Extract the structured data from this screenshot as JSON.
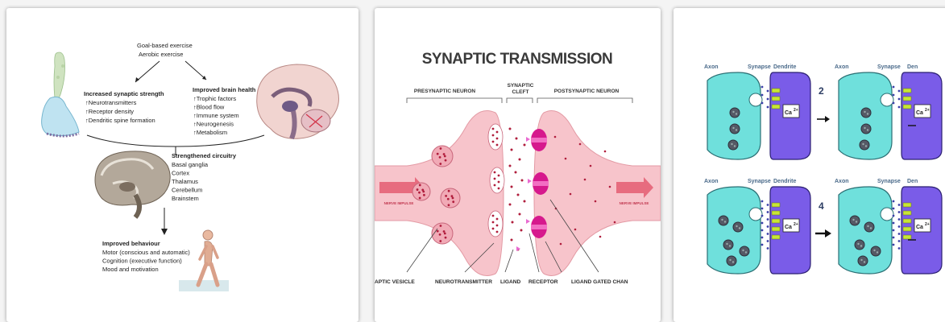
{
  "panel1": {
    "top_lines": [
      "Goal-based exercise",
      "Aerobic exercise"
    ],
    "left_box": {
      "title": "Increased synaptic strength",
      "items": [
        "↑Neurotransmitters",
        "↑Receptor density",
        "↑Dendritic spine formation"
      ]
    },
    "right_box": {
      "title": "Improved brain health",
      "items": [
        "↑Trophic factors",
        "↑Blood flow",
        "↑Immune system",
        "↑Neurogenesis",
        "↑Metabolism"
      ]
    },
    "circuitry": {
      "title": "Strengthened circuitry",
      "items": [
        "Basal ganglia",
        "Cortex",
        "Thalamus",
        "Cerebellum",
        "Brainstem"
      ]
    },
    "behaviour": {
      "title": "Improved behaviour",
      "items": [
        "Motor (conscious and automatic)",
        "Cognition (executive function)",
        "Mood and motivation"
      ]
    }
  },
  "panel2": {
    "title": "SYNAPTIC TRANSMISSION",
    "header_left": "PRESYNAPTIC NEURON",
    "header_mid_1": "SYNAPTIC",
    "header_mid_2": "CLEFT",
    "header_right": "POSTSYNAPTIC NEURON",
    "impulse_left": "NERVE IMPULSE",
    "impulse_right": "NERVE IMPULSE",
    "bottom_labels": [
      "APTIC VESICLE",
      "NEUROTRANSMITTER",
      "LIGAND",
      "RECEPTOR",
      "LIGAND GATED CHAN"
    ]
  },
  "panel3": {
    "headers_left": [
      "Axon",
      "Synapse",
      "Dendrite"
    ],
    "headers_right": [
      "Axon",
      "Synapse",
      "Den"
    ],
    "step_numbers": [
      "2",
      "4"
    ],
    "ion_label": "Ca",
    "ion_charge": "2+",
    "colors": {
      "axon": "#6fe0dc",
      "dendrite": "#7a5ce8",
      "receptor": "#c8e635"
    }
  }
}
